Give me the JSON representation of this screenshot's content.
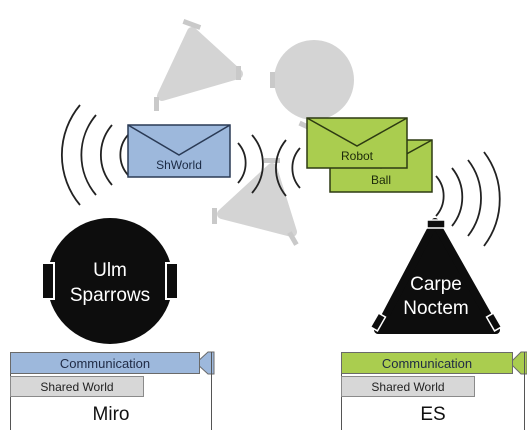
{
  "envelopes": {
    "left": "ShWorld",
    "right_front": "Robot",
    "right_back": "Ball"
  },
  "robots": {
    "left": {
      "line1": "Ulm",
      "line2": "Sparrows"
    },
    "right": {
      "line1": "Carpe",
      "line2": "Noctem"
    }
  },
  "stacks": {
    "left": {
      "communication": "Communication",
      "shared_world": "Shared World",
      "os": "Miro"
    },
    "right": {
      "communication": "Communication",
      "shared_world": "Shared World",
      "os": "ES"
    }
  },
  "colors": {
    "envelope_blue": "#9db8dc",
    "envelope_green": "#aacd4f",
    "robot_black": "#0d0d0d",
    "obstacle_gray": "#d3d3d3"
  }
}
